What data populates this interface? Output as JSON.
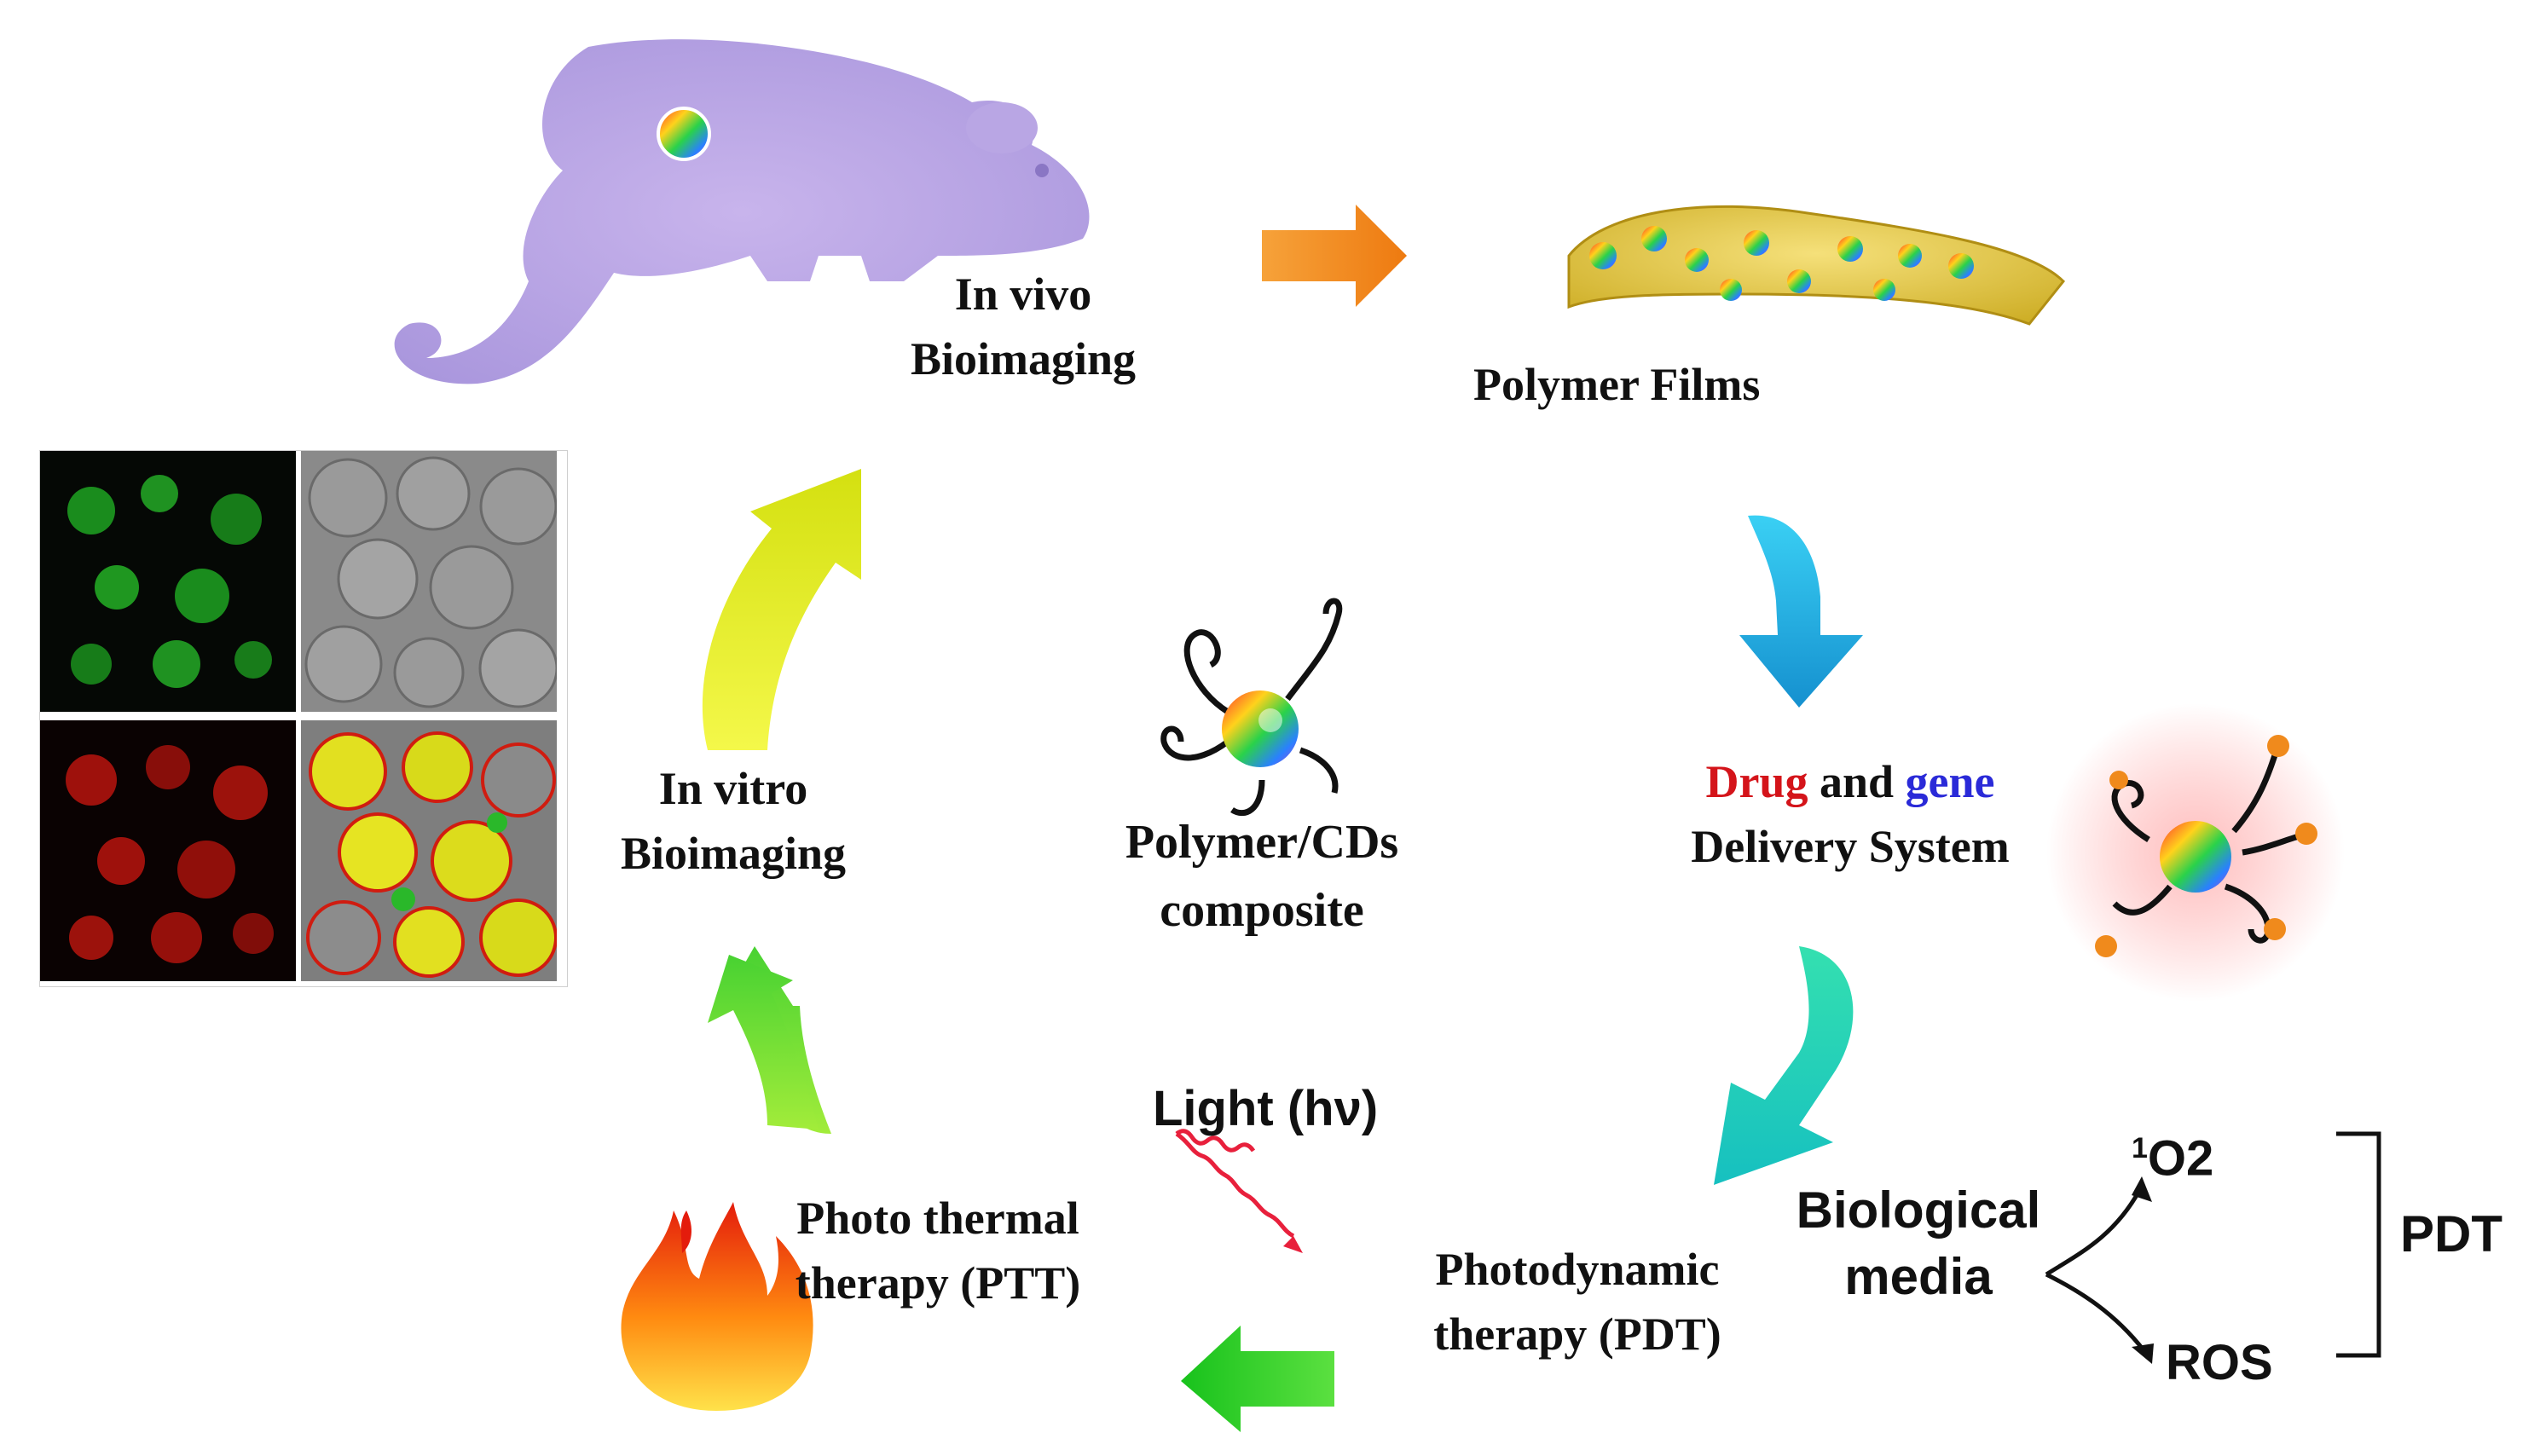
{
  "nodes": {
    "in_vivo": {
      "line1": "In vivo",
      "line2": "Bioimaging"
    },
    "films": {
      "label": "Polymer Films"
    },
    "drug_gene": {
      "drug": "Drug",
      "and": "and",
      "gene": "gene",
      "line2": "Delivery System"
    },
    "center": {
      "line1": "Polymer/CDs",
      "line2": "composite"
    },
    "in_vitro": {
      "line1": "In vitro",
      "line2": "Bioimaging"
    },
    "ptt": {
      "line1": "Photo thermal",
      "line2": "therapy (PTT)"
    },
    "pdt": {
      "line1": "Photodynamic",
      "line2": "therapy (PDT)"
    }
  },
  "light": {
    "label": "Light (hν)"
  },
  "bio_media": {
    "line1": "Biological",
    "line2": "media"
  },
  "products": {
    "singlet_sup": "1",
    "singlet": "O2",
    "ros": "ROS",
    "bracket": "PDT"
  },
  "colors": {
    "drug": "#d4141a",
    "gene": "#2a2ad8",
    "arrow_orange": "#f39220",
    "arrow_cyan": "#1aa7dc",
    "arrow_teal": "#2cd3b6",
    "arrow_green": "#2ed22a",
    "arrow_lime": "#8ce23a",
    "arrow_yellow": "#e8ee22"
  }
}
